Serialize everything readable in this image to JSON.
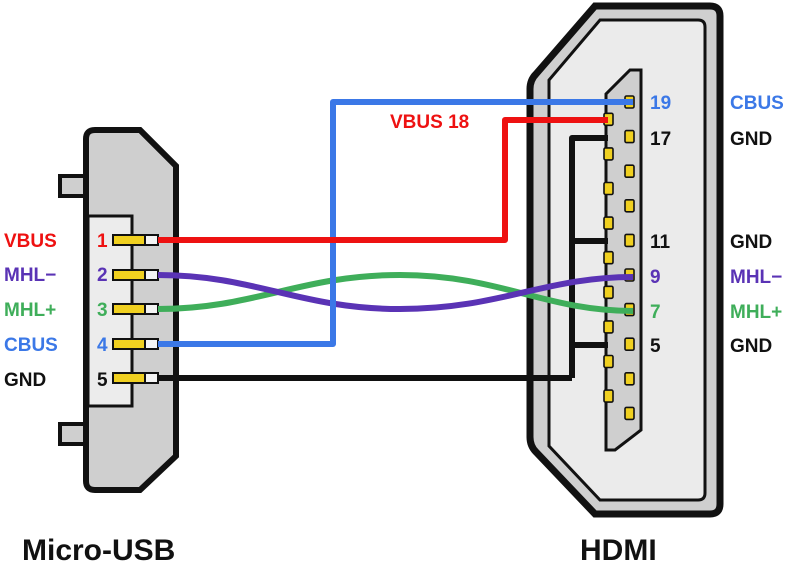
{
  "colors": {
    "vbus": "#ee1111",
    "cbus": "#3b78e7",
    "mhl_minus": "#5a33b5",
    "mhl_plus": "#3fae5a",
    "gnd": "#111111",
    "connector_fill": "#cfcfcf",
    "connector_inner": "#eeeeee",
    "pin_fill": "#f0d020"
  },
  "micro_usb": {
    "title": "Micro-USB",
    "pins": [
      {
        "num": "1",
        "label": "VBUS",
        "color": "#ee1111"
      },
      {
        "num": "2",
        "label": "MHL−",
        "color": "#5a33b5"
      },
      {
        "num": "3",
        "label": "MHL+",
        "color": "#3fae5a"
      },
      {
        "num": "4",
        "label": "CBUS",
        "color": "#3b78e7"
      },
      {
        "num": "5",
        "label": "GND",
        "color": "#111111"
      }
    ]
  },
  "hdmi": {
    "title": "HDMI",
    "pins": [
      {
        "num": "19",
        "label": "CBUS",
        "color": "#3b78e7"
      },
      {
        "num": "17",
        "label": "GND",
        "color": "#111111"
      },
      {
        "num": "11",
        "label": "GND",
        "color": "#111111"
      },
      {
        "num": "9",
        "label": "MHL−",
        "color": "#5a33b5"
      },
      {
        "num": "7",
        "label": "MHL+",
        "color": "#3fae5a"
      },
      {
        "num": "5",
        "label": "GND",
        "color": "#111111"
      }
    ],
    "vbus_label": "VBUS 18"
  }
}
